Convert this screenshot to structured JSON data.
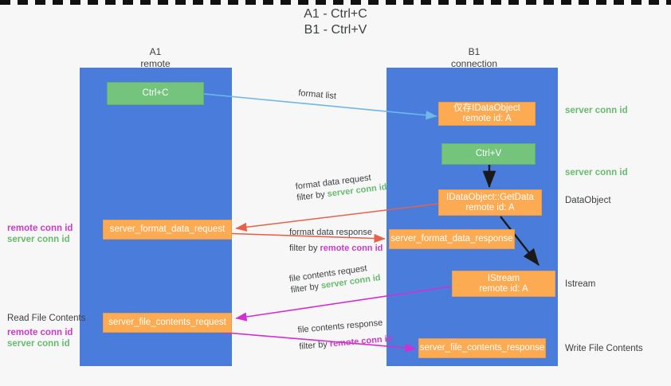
{
  "title": {
    "line1": "A1 - Ctrl+C",
    "line2": "B1 - Ctrl+V"
  },
  "lanes": [
    {
      "id": "a1",
      "name": "A1",
      "role": "remote"
    },
    {
      "id": "b1",
      "name": "B1",
      "role": "connection"
    }
  ],
  "boxes": [
    {
      "id": "ctrl-c",
      "line1": "Ctrl+C",
      "line2": "",
      "color": "green"
    },
    {
      "id": "idataobject",
      "line1": "仅存IDataObject",
      "line2": "remote id: A",
      "color": "orange"
    },
    {
      "id": "ctrl-v",
      "line1": "Ctrl+V",
      "line2": "",
      "color": "green"
    },
    {
      "id": "getdata",
      "line1": "IDataObject::GetData",
      "line2": "remote id: A",
      "color": "orange"
    },
    {
      "id": "format-data-request",
      "line1": "server_format_data_request",
      "line2": "",
      "color": "orange"
    },
    {
      "id": "format-data-response",
      "line1": "server_format_data_response",
      "line2": "",
      "color": "orange"
    },
    {
      "id": "istream",
      "line1": "IStream",
      "line2": "remote id: A",
      "color": "orange"
    },
    {
      "id": "file-contents-request",
      "line1": "server_file_contents_request",
      "line2": "",
      "color": "orange"
    },
    {
      "id": "file-contents-response",
      "line1": "server_file_contents_response",
      "line2": "",
      "color": "orange"
    }
  ],
  "captions": {
    "format_list": "format list",
    "format_data_request": "format data request",
    "format_data_request_filter_prefix": "filter by ",
    "format_data_request_filter_key": "server conn id",
    "format_data_response": "format data response",
    "format_data_response_filter_prefix": "filter by ",
    "format_data_response_filter_key": "remote conn id",
    "file_contents_request": "file contents request",
    "file_contents_request_filter_prefix": "filter by ",
    "file_contents_request_filter_key": "server conn id",
    "file_contents_response": "file contents response",
    "file_contents_response_filter_prefix": "filter by ",
    "file_contents_response_filter_key": "remote conn id"
  },
  "side_labels": {
    "server_conn_id_1": "server conn id",
    "server_conn_id_2": "server conn id",
    "dataobject": "DataObject",
    "istream": "Istream",
    "write_file_contents": "Write File Contents",
    "read_file_contents": "Read File Contents",
    "left_keys_1": {
      "remote": "remote conn id",
      "server": "server conn id"
    },
    "left_keys_2": {
      "remote": "remote conn id",
      "server": "server conn id"
    }
  },
  "colors": {
    "lane": "#4a7ddb",
    "green_box": "#74c47d",
    "orange_box": "#fcab52",
    "green_text": "#68bb6e",
    "magenta_text": "#c83bc8",
    "arrow_blue": "#6fb7e8",
    "arrow_red": "#e8604c",
    "arrow_magenta": "#d22fd2",
    "arrow_black": "#1a1a1a",
    "background": "#f7f7f7"
  }
}
